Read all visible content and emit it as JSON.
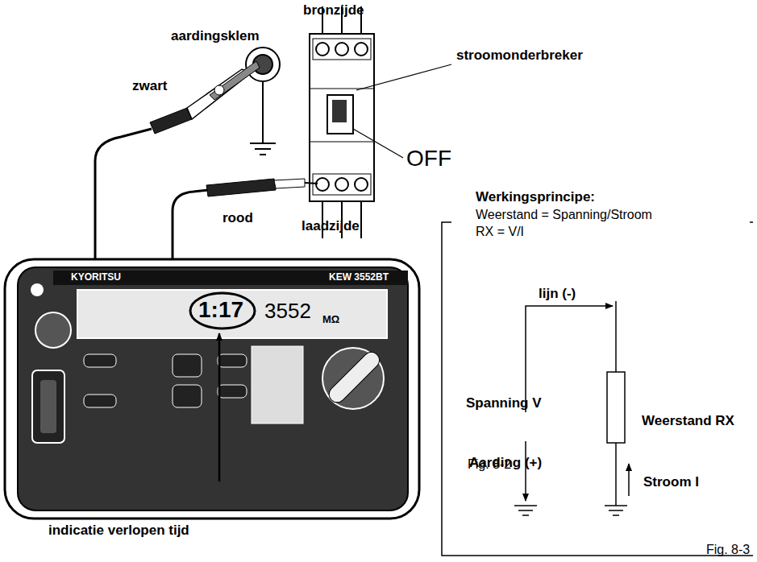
{
  "diagram": {
    "labels": [
      "bronzijde",
      "aardingsklem",
      "stroomonderbreker",
      "zwart",
      "OFF",
      "rood",
      "laadzijde",
      "indicatie verlopen tijd",
      "Fig. 8-2",
      "Werkingsprincipe:",
      "Weerstand = Spanning/Stroom",
      "RX = V/I",
      "lijn (-)",
      "Spanning V",
      "Weerstand RX",
      "Aarding (+)",
      "Stroom I",
      "Fig. 8-3",
      "1:17",
      "3552",
      "MΩ",
      "KYORITSU",
      "KEW 3552BT"
    ]
  }
}
